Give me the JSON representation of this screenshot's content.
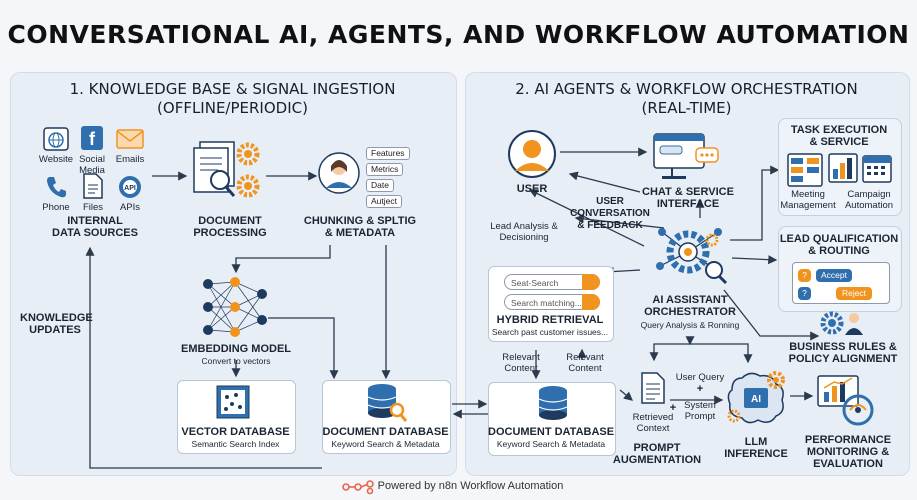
{
  "title": "CONVERSATIONAL AI, AGENTS, AND WORKFLOW AUTOMATION",
  "panel1": {
    "heading_line1": "1. KNOWLEDGE BASE & SIGNAL INGESTION",
    "heading_line2": "(OFFLINE/PERIODIC)",
    "sources": {
      "website": "Website",
      "social_media_1": "Social",
      "social_media_2": "Media",
      "emails": "Emails",
      "phone": "Phone",
      "files": "Files",
      "apis": "APIs",
      "title_line1": "INTERNAL",
      "title_line2": "DATA SOURCES"
    },
    "doc_processing_line1": "DOCUMENT",
    "doc_processing_line2": "PROCESSING",
    "chunking": {
      "title_line1": "CHUNKING & SPLTIG",
      "title_line2": "& METADATA",
      "tags": [
        "Features",
        "Metrics",
        "Date",
        "Autject"
      ]
    },
    "knowledge_updates_line1": "KNOWLEDGE",
    "knowledge_updates_line2": "UPDATES",
    "embedding": {
      "title": "EMBEDDING MODEL",
      "subtitle": "Convert to vectors"
    },
    "vector_db": {
      "title": "VECTOR DATABASE",
      "subtitle": "Semantic Search Index"
    },
    "doc_db": {
      "title": "DOCUMENT DATABASE",
      "subtitle": "Keyword Search & Metadata"
    }
  },
  "panel2": {
    "heading_line1": "2. AI AGENTS & WORKFLOW ORCHESTRATION",
    "heading_line2": "(REAL-TIME)",
    "user": "USER",
    "chat_line1": "CHAT & SERVICE",
    "chat_line2": "INTERFACE",
    "user_conv_line1": "USER",
    "user_conv_line2": "CONVERSATION",
    "user_conv_line3": "& FEEDBACK",
    "lead_analysis_line1": "Lead Analysis &",
    "lead_analysis_line2": "Decisioning",
    "task": {
      "title_line1": "TASK EXECUTION",
      "title_line2": "& SERVICE",
      "meeting_line1": "Meeting",
      "meeting_line2": "Management",
      "campaign_line1": "Campaign",
      "campaign_line2": "Automation"
    },
    "lead_qual": {
      "title_line1": "LEAD QUALIFICATION",
      "title_line2": "& ROUTING",
      "accept": "Accept",
      "reject": "Reject",
      "q1": "?",
      "q2": "?"
    },
    "hybrid": {
      "search1": "Seat-Search",
      "search2": "Search matching...",
      "title": "HYBRID RETRIEVAL",
      "subtitle": "Search past customer issues..."
    },
    "orchestrator": {
      "title_line1": "AI ASSISTANT",
      "title_line2": "ORCHESTRATOR",
      "subtitle": "Query Analysis & Ronning"
    },
    "business_rules_line1": "BUSINESS RULES &",
    "business_rules_line2": "POLICY ALIGNMENT",
    "relevant_left_line1": "Relevant",
    "relevant_left_line2": "Content",
    "relevant_right_line1": "Relevant",
    "relevant_right_line2": "Content",
    "doc_db": {
      "title": "DOCUMENT DATABASE",
      "subtitle": "Keyword Search & Metadata"
    },
    "retrieved_line1": "Retrieved",
    "retrieved_line2": "Context",
    "user_query": "User Query",
    "plus1": "+",
    "plus2": "+",
    "system_line1": "System",
    "system_line2": "Prompt",
    "prompt_aug_line1": "PROMPT",
    "prompt_aug_line2": "AUGMENTATION",
    "llm_line1": "LLM",
    "llm_line2": "INFERENCE",
    "ai_chip": "AI",
    "perf_line1": "PERFORMANCE",
    "perf_line2": "MONITORING &",
    "perf_line3": "EVALUATION"
  },
  "footer": "Powered by n8n Workflow Automation",
  "colors": {
    "orange": "#f0941f",
    "navy": "#1e3a5f",
    "blue": "#2f6fae",
    "panel": "#e8eef5"
  }
}
